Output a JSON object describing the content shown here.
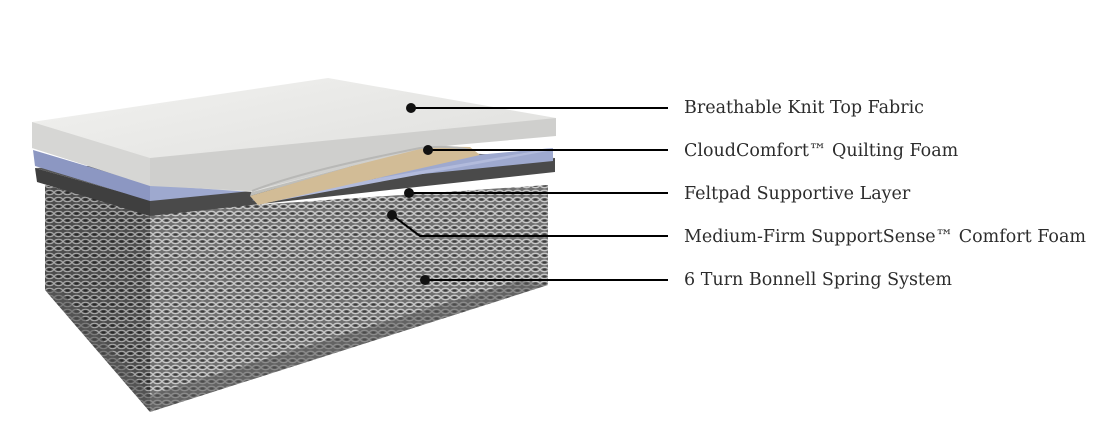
{
  "callouts": [
    {
      "label": "Breathable Knit Top Fabric",
      "color": "#e6e6e4"
    },
    {
      "label": "CloudComfort™ Quilting Foam",
      "color": "#d8c3a0"
    },
    {
      "label": "Feltpad Supportive Layer",
      "color": "#9ea9cf"
    },
    {
      "label": "Medium-Firm SupportSense™ Comfort Foam",
      "color": "#4a4a4a"
    },
    {
      "label": "6 Turn Bonnell Spring System",
      "color": "#8a8a8a"
    }
  ]
}
